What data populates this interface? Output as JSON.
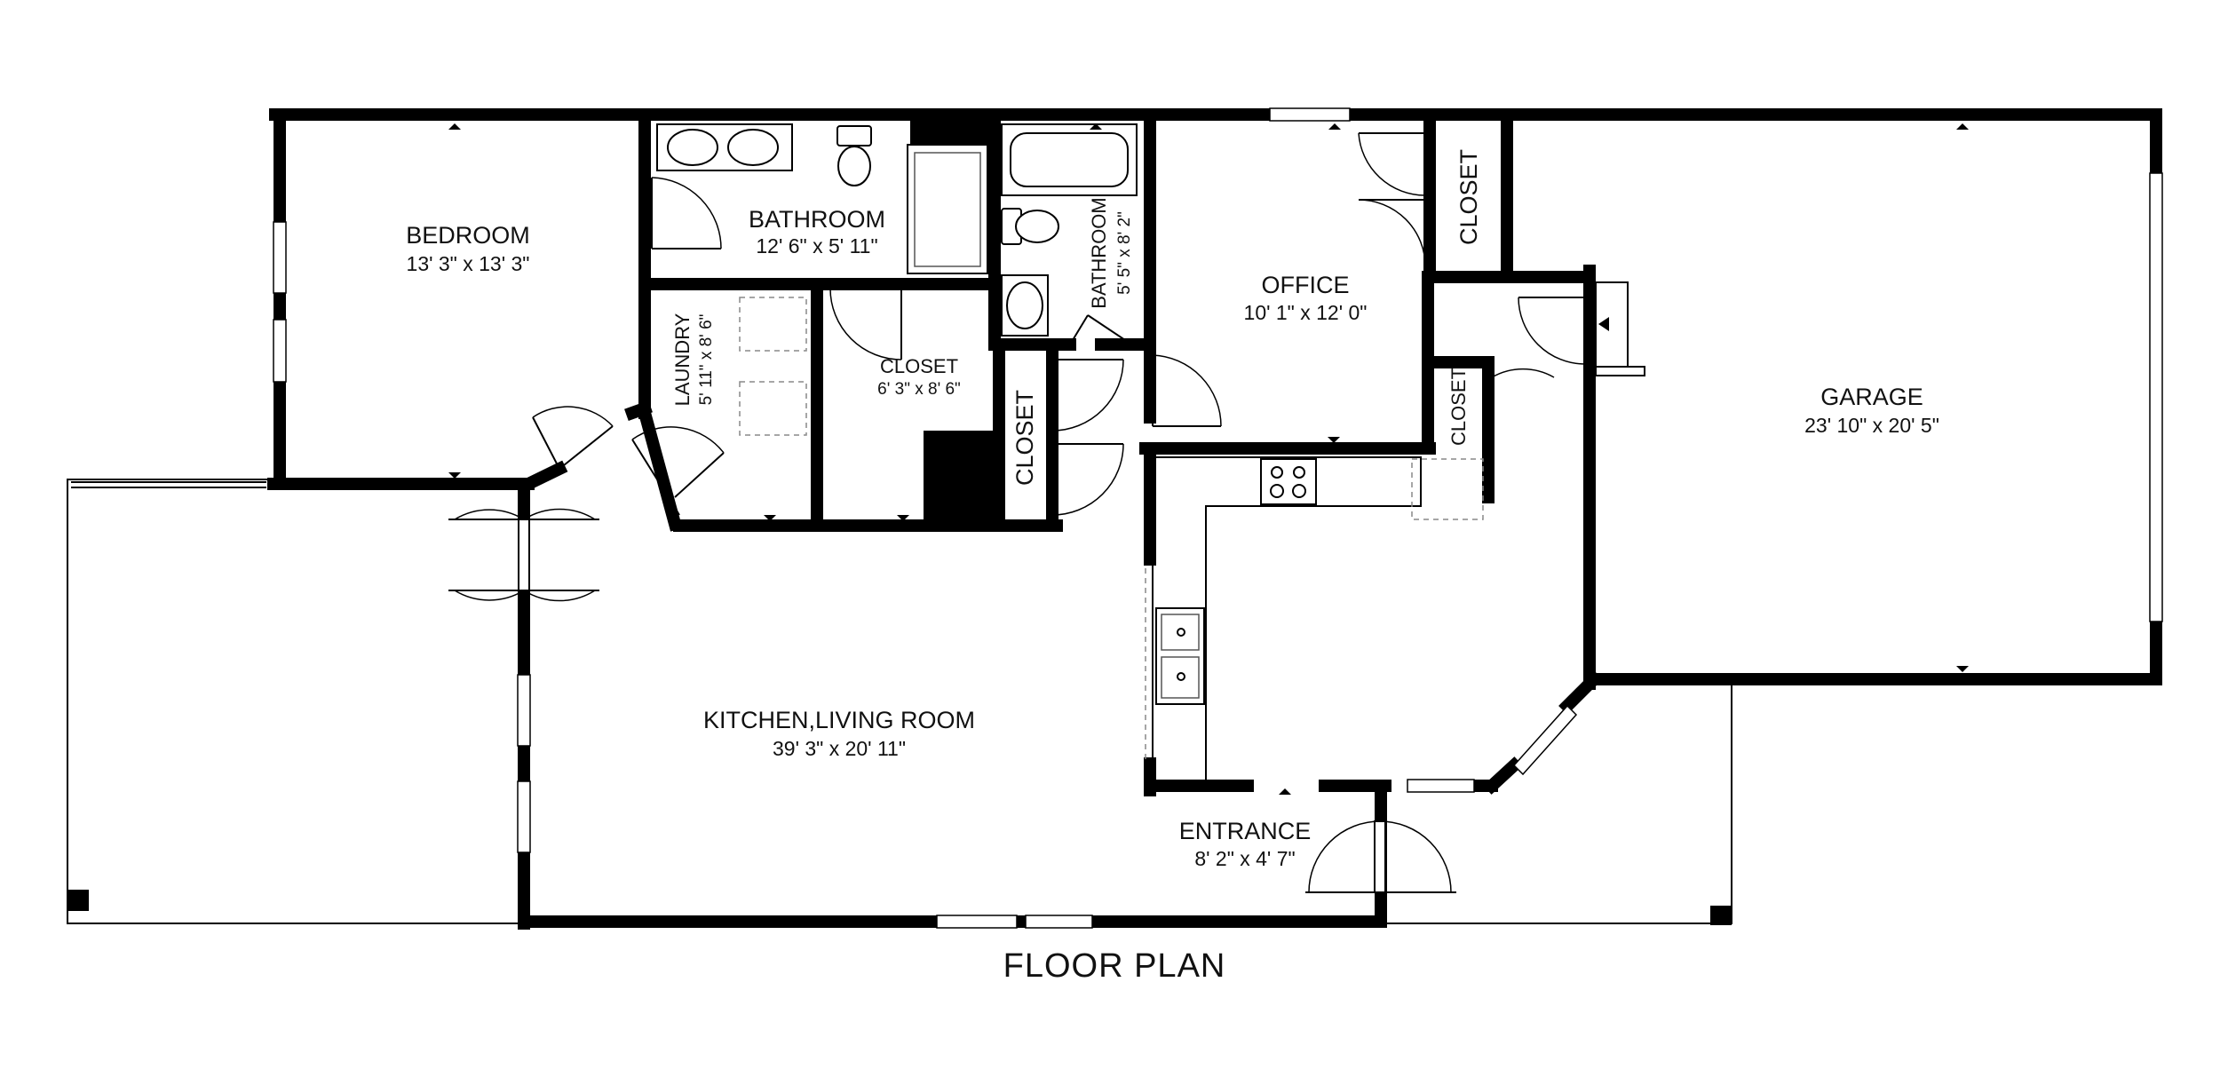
{
  "caption": "FLOOR PLAN",
  "rooms": {
    "bedroom": {
      "name": "BEDROOM",
      "dims": "13' 3\" x 13' 3\""
    },
    "bathroom1": {
      "name": "BATHROOM",
      "dims": "12' 6\" x 5' 11\""
    },
    "bathroom2": {
      "name": "BATHROOM",
      "dims": "5' 5\" x 8' 2\""
    },
    "laundry": {
      "name": "LAUNDRY",
      "dims": "5' 11\" x 8' 6\""
    },
    "closet_center": {
      "name": "CLOSET",
      "dims": "6' 3\" x 8' 6\""
    },
    "closet_hall": {
      "name": "CLOSET"
    },
    "closet_office": {
      "name": "CLOSET"
    },
    "closet_small": {
      "name": "CLOSET"
    },
    "office": {
      "name": "OFFICE",
      "dims": "10' 1\" x 12' 0\""
    },
    "garage": {
      "name": "GARAGE",
      "dims": "23' 10\" x 20' 5\""
    },
    "kitchen": {
      "name": "KITCHEN,LIVING ROOM",
      "dims": "39' 3\" x 20' 11\""
    },
    "entrance": {
      "name": "ENTRANCE",
      "dims": "8' 2\" x 4' 7\""
    }
  }
}
